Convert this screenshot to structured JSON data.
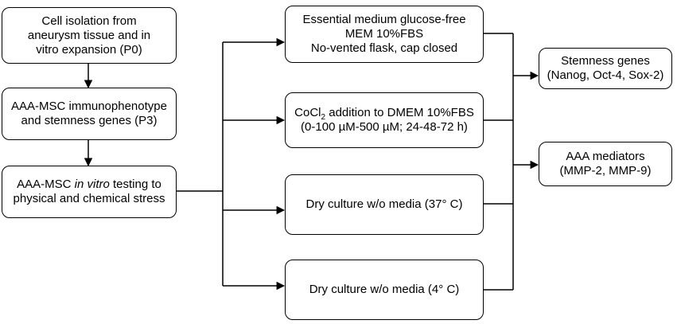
{
  "nodes": {
    "cell_isolation": {
      "line1": "Cell isolation from",
      "line2": "aneurysm tissue and in",
      "line3": "vitro expansion (P0)"
    },
    "immunophenotype": {
      "line1": "AAA-MSC immunophenotype",
      "line2": "and stemness genes (P3)"
    },
    "in_vitro_testing": {
      "line1_pre": "AAA-MSC ",
      "line1_italic": "in vitro",
      "line1_post": " testing to",
      "line2": "physical and chemical stress"
    },
    "essential_medium": {
      "line1": "Essential medium glucose-free",
      "line2": "MEM 10%FBS",
      "line3": "No-vented flask, cap closed"
    },
    "cocl2": {
      "line1_pre": "CoCl",
      "line1_sub": "2",
      "line1_post": " addition to DMEM 10%FBS",
      "line2": "(0-100 µM-500 µM; 24-48-72 h)"
    },
    "dry_37": {
      "line1": "Dry culture w/o media (37° C)"
    },
    "dry_4": {
      "line1": "Dry culture w/o media (4° C)"
    },
    "stemness_genes": {
      "line1": "Stemness genes",
      "line2": "(Nanog, Oct-4, Sox-2)"
    },
    "aaa_mediators": {
      "line1": "AAA mediators",
      "line2": "(MMP-2, MMP-9)"
    }
  }
}
